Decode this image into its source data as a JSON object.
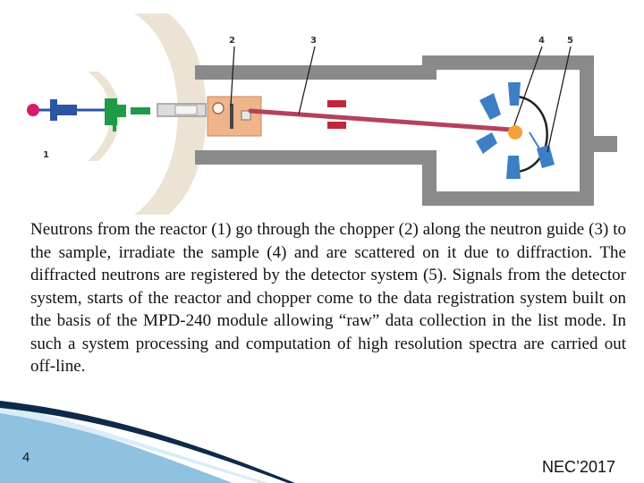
{
  "diagram": {
    "callouts": {
      "reactor": "1",
      "chopper": "2",
      "guide": "3",
      "sample": "4",
      "detector": "5"
    },
    "colors": {
      "reactor_shield": "#ece3d4",
      "housing": "#8a8a8a",
      "chopper_body": "#f0b48a",
      "beam": "#b5415f",
      "collimator": "#c0283a",
      "source_green": "#1f9a47",
      "source_blue": "#2c54a3",
      "source_magenta": "#d81b6a",
      "detector_blue": "#3d7fc4",
      "sample_orange": "#f2a23a"
    }
  },
  "caption": "Neutrons from the reactor (1) go through the chopper (2) along the neutron guide (3) to the sample, irradiate the sample (4) and are scattered on it due to diffraction.  The diffracted neutrons are registered by the detector system (5). Signals from the detector system, starts of the reactor and chopper come to the data registration system built on the basis of the MPD-240 module allowing “raw” data collection in the list mode. In such a system processing and computation of high resolution spectra are carried out off-line.",
  "footer": {
    "page_number": "4",
    "label": "NEC’2017",
    "colors": {
      "wave_dark": "#0d2a4a",
      "wave_light": "#8fc1e0"
    }
  }
}
